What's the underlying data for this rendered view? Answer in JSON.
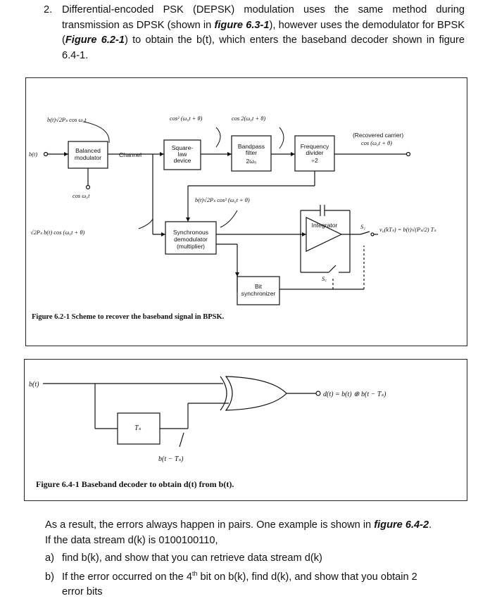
{
  "question": {
    "number": "2.",
    "text_1": "Differential-encoded PSK (DEPSK) modulation uses the same method during transmission as DPSK (shown in ",
    "ref_1": "figure 6.3-1",
    "text_2": "), however uses the demodulator for BPSK (",
    "ref_2": "Figure 6.2-1",
    "text_3": ") to obtain the b(t), which enters the baseband decoder shown in figure 6.4-1."
  },
  "figure1": {
    "caption": "Figure 6.2-1  Scheme to recover the baseband signal in BPSK.",
    "blocks": {
      "balanced_modulator": [
        "Balanced",
        "modulator"
      ],
      "channel": "Channel",
      "square_law": [
        "Square-",
        "law",
        "device"
      ],
      "bandpass": [
        "Bandpass",
        "filter",
        "2ω₀"
      ],
      "freq_divider": [
        "Frequency",
        "divider",
        "÷2"
      ],
      "sync_demod": [
        "Synchronous",
        "demodulator",
        "(multiplier)"
      ],
      "bit_sync": [
        "Bit",
        "synchronizer"
      ],
      "integrator": "Integrator"
    },
    "labels": {
      "input": "b(t)",
      "mod_out": "b(t)√2Pₛ cos ω₀t",
      "carrier": "cos ω₀t",
      "cos2": "cos² (ω₀t + θ)",
      "cos2w": "cos 2(ω₀t + θ)",
      "recovered": "(Recovered carrier)",
      "recovered_expr": "cos (ω₀t + θ)",
      "rx_signal": "√2Pₛ b(t) cos (ω₀t + θ)",
      "mult_out": "b(t)√2Pₛ cos² (ω₀t + θ)",
      "s1": "S₁",
      "sc": "S꜀",
      "output": "v₀(kTₛ) = b(t)√(Pₛ/2) Tₛ"
    }
  },
  "figure2": {
    "caption": "Figure 6.4-1  Baseband decoder to obtain d(t) from b(t).",
    "input": "b(t)",
    "delay": "Tₛ",
    "delayed": "b(t − Tₛ)",
    "output": "d(t) = b(t) ⊕ b(t − Tₛ)"
  },
  "body": {
    "line1_a": "As a result, the errors always happen in pairs. One example is shown in ",
    "line1_ref": "figure 6.4-2",
    "line1_b": ".",
    "line2": "If the data stream d(k) is 0100100110,",
    "items": [
      {
        "label": "a)",
        "text": "find b(k), and show that you can retrieve data stream d(k)"
      },
      {
        "label": "b)",
        "text_a": "If the error occurred on the 4",
        "sup": "th",
        "text_b": " bit on b(k), find d(k), and show that you obtain 2",
        "text_c": "error bits"
      }
    ]
  }
}
